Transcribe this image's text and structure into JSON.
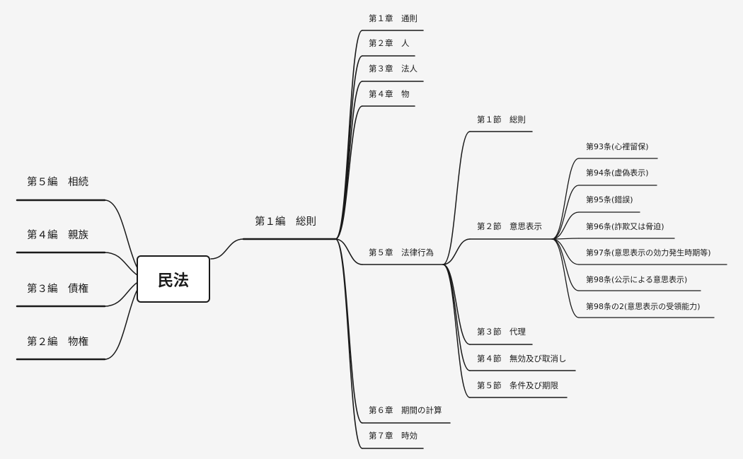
{
  "root": {
    "label": "民法"
  },
  "left_books": [
    {
      "label": "第５編　相続"
    },
    {
      "label": "第４編　親族"
    },
    {
      "label": "第３編　債権"
    },
    {
      "label": "第２編　物権"
    }
  ],
  "book1": {
    "label": "第１編　総則",
    "chapters_top": [
      {
        "label": "第１章　通則"
      },
      {
        "label": "第２章　人"
      },
      {
        "label": "第３章　法人"
      },
      {
        "label": "第４章　物"
      }
    ],
    "chapter5": {
      "label": "第５章　法律行為",
      "sections": [
        {
          "label": "第１節　総則"
        },
        {
          "label": "第２節　意思表示"
        },
        {
          "label": "第３節　代理"
        },
        {
          "label": "第４節　無効及び取消し"
        },
        {
          "label": "第５節　条件及び期限"
        }
      ],
      "articles": [
        {
          "label": "第93条(心裡留保)"
        },
        {
          "label": "第94条(虚偽表示)"
        },
        {
          "label": "第95条(錯誤)"
        },
        {
          "label": "第96条(詐欺又は脅迫)"
        },
        {
          "label": "第97条(意思表示の効力発生時期等)"
        },
        {
          "label": "第98条(公示による意思表示)"
        },
        {
          "label": "第98条の2(意思表示の受領能力)"
        }
      ]
    },
    "chapters_bottom": [
      {
        "label": "第６章　期間の計算"
      },
      {
        "label": "第７章　時効"
      }
    ]
  }
}
